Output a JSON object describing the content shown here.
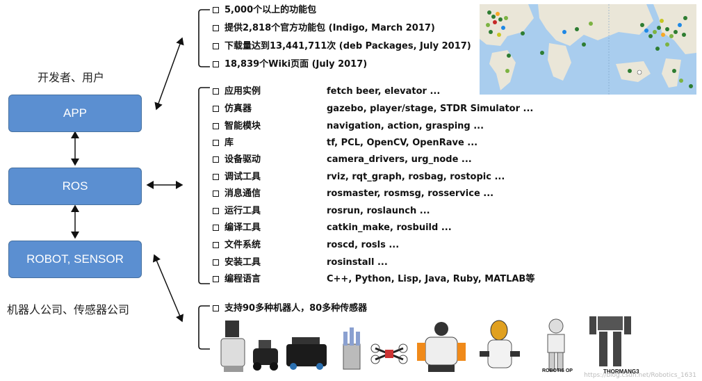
{
  "left": {
    "top_label": "开发者、用户",
    "bottom_label": "机器人公司、传感器公司",
    "boxes": {
      "app": "APP",
      "ros": "ROS",
      "robot": "ROBOT, SENSOR"
    }
  },
  "stats": [
    "5,000个以上的功能包",
    "提供2,818个官方功能包 (Indigo, March 2017)",
    "下载量达到13,441,711次 (deb Packages, July 2017)",
    "18,839个Wiki页面 (July 2017)"
  ],
  "features": [
    {
      "name": "应用实例",
      "value": "fetch beer, elevator ..."
    },
    {
      "name": "仿真器",
      "value": "gazebo, player/stage, STDR Simulator ..."
    },
    {
      "name": "智能模块",
      "value": "navigation, action, grasping ..."
    },
    {
      "name": "库",
      "value": "tf, PCL, OpenCV, OpenRave ..."
    },
    {
      "name": "设备驱动",
      "value": "camera_drivers, urg_node ..."
    },
    {
      "name": "调试工具",
      "value": "rviz, rqt_graph, rosbag, rostopic ..."
    },
    {
      "name": "消息通信",
      "value": "rosmaster, rosmsg, rosservice ..."
    },
    {
      "name": "运行工具",
      "value": "rosrun, roslaunch ..."
    },
    {
      "name": "编译工具",
      "value": "catkin_make, rosbuild ..."
    },
    {
      "name": "文件系统",
      "value": "roscd, rosls ..."
    },
    {
      "name": "安装工具",
      "value": "rosinstall ..."
    },
    {
      "name": "编程语言",
      "value": "C++, Python, Lisp, Java, Ruby, MATLAB等"
    }
  ],
  "robots_line": "支持90多种机器人，80多种传感器",
  "captions": {
    "robotis": "ROBOTIS OP",
    "thormang": "THORMANG3"
  },
  "watermark": "https://blog.csdn.net/Robotics_1631",
  "colors": {
    "box": "#5b8fd1",
    "map_sea": "#a9cdee",
    "map_land": "#eae6d8"
  }
}
